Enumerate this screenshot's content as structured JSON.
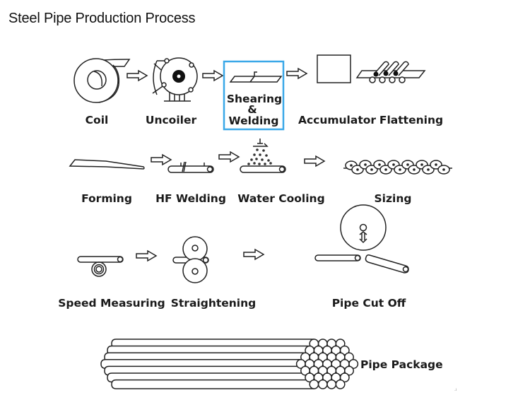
{
  "title": "Steel Pipe Production Process",
  "highlight_color": "#3aa8e8",
  "steps": [
    {
      "id": "coil",
      "label": "Coil"
    },
    {
      "id": "uncoiler",
      "label": "Uncoiler"
    },
    {
      "id": "shearing-welding",
      "label_line1": "Shearing",
      "label_line2": "&",
      "label_line3": "Welding",
      "highlighted": true
    },
    {
      "id": "accumulator",
      "label": "Accumulator"
    },
    {
      "id": "flattening",
      "label": "Flattening"
    },
    {
      "id": "forming",
      "label": "Forming"
    },
    {
      "id": "hf-welding",
      "label": "HF Welding"
    },
    {
      "id": "water-cooling",
      "label": "Water Cooling"
    },
    {
      "id": "sizing",
      "label": "Sizing"
    },
    {
      "id": "speed-measuring",
      "label": "Speed Measuring"
    },
    {
      "id": "straightening",
      "label": "Straightening"
    },
    {
      "id": "pipe-cut-off",
      "label": "Pipe Cut Off"
    },
    {
      "id": "pipe-package",
      "label": "Pipe Package"
    }
  ]
}
